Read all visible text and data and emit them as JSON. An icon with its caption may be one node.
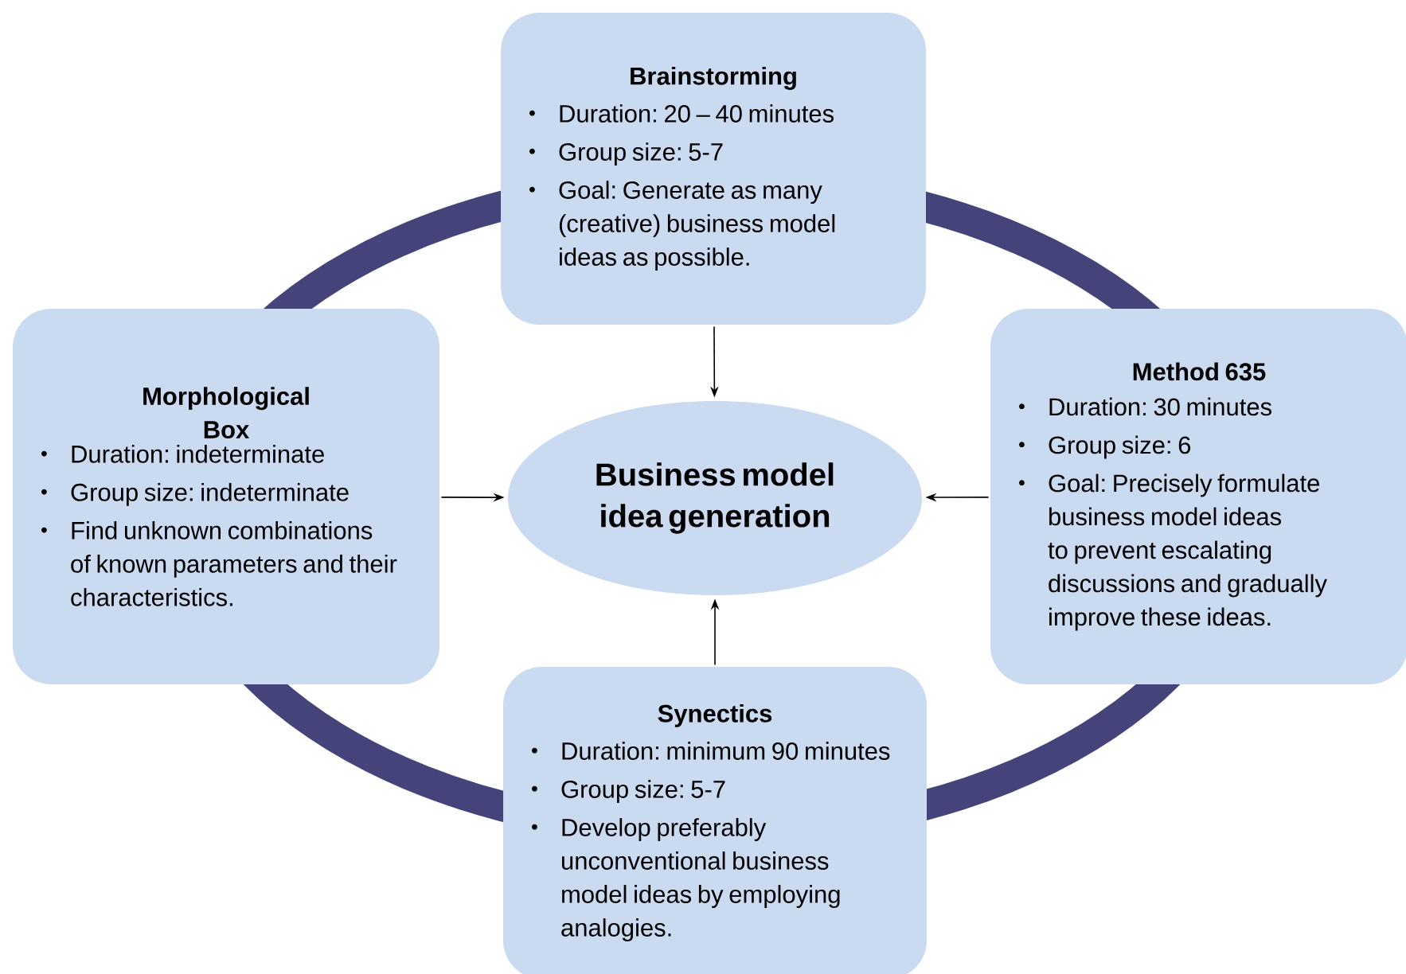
{
  "diagram": {
    "nodes": [
      {
        "text": [
          "Brainstorming",
          "Duration: 20 – 40 minutes",
          "Group size: 5-7",
          "Goal: Generate as many (creative) business model ideas as possible."
        ]
      },
      {
        "text": [
          "Morphological Box",
          "Duration: indeterminate",
          "Group size: indeterminate",
          "Find unknown combinations of known parameters and their characteristics."
        ]
      },
      {
        "text": [
          "Business model idea generation"
        ]
      },
      {
        "text": [
          "Method 635",
          "Duration: 30 minutes",
          "Group size: 6",
          "Goal: Precisely formulate business model ideas to prevent escalating discussions and gradually improve these ideas."
        ]
      },
      {
        "text": [
          "Synectics",
          "Duration: minimum 90 minutes",
          "Group size: 5-7",
          "Develop preferably unconventional business model ideas by employing analogies."
        ]
      }
    ],
    "edges": [
      {
        "from": 0,
        "to": 2,
        "arrow": "to"
      },
      {
        "from": 1,
        "to": 2,
        "arrow": "to"
      },
      {
        "from": 3,
        "to": 2,
        "arrow": "to"
      },
      {
        "from": 4,
        "to": 2,
        "arrow": "to"
      }
    ]
  }
}
